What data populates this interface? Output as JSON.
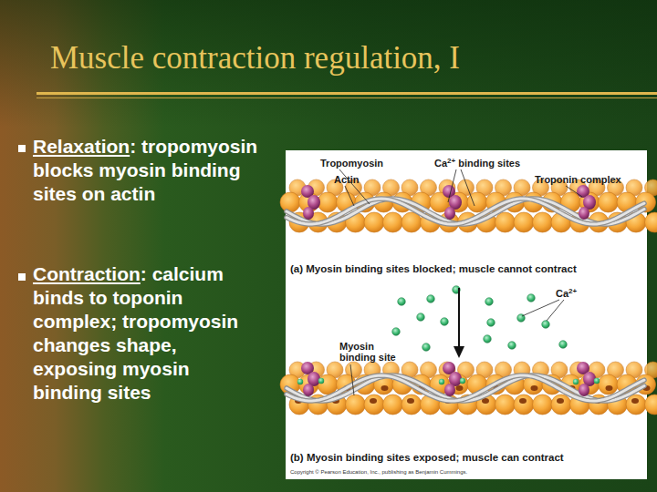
{
  "diagram": {
    "title": "Muscle contraction regulation, I",
    "labels": [
      "Relaxation",
      ": tropomyosin blocks myosin binding sites on actin",
      "Contraction",
      ": calcium binds to toponin complex; tropomyosin changes shape, exposing myosin binding sites",
      "Tropomyosin",
      "Ca",
      "2+",
      "binding sites",
      "Actin",
      "Troponin complex",
      "(a) Myosin binding sites blocked; muscle cannot contract",
      "Ca",
      "2+",
      "Myosin binding site",
      "(b) Myosin binding sites exposed; muscle can contract",
      "Copyright © Pearson Education, Inc., publishing as Benjamin Cummings."
    ]
  }
}
